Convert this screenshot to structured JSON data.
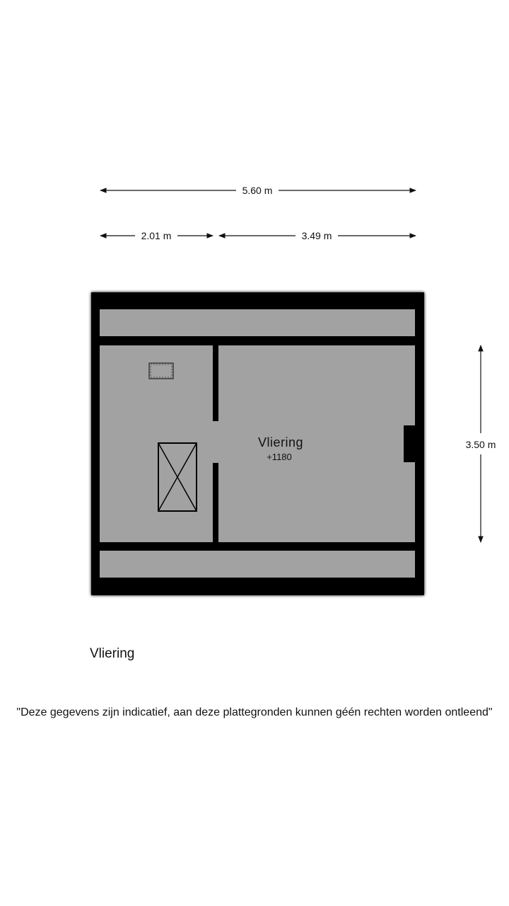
{
  "dimensions": {
    "total_width": "5.60 m",
    "left_width": "2.01 m",
    "right_width": "3.49 m",
    "depth": "3.50 m"
  },
  "room": {
    "name": "Vliering",
    "level": "+1180"
  },
  "floor_title": "Vliering",
  "disclaimer": "\"Deze gegevens zijn indicatief, aan deze plattegronden kunnen géén rechten worden ontleend\"",
  "colors": {
    "wall": "#000000",
    "floor": "#a2a2a2",
    "background": "#ffffff"
  },
  "icons": [
    "stair-hatch-icon",
    "roof-window-icon",
    "chimney-icon"
  ]
}
